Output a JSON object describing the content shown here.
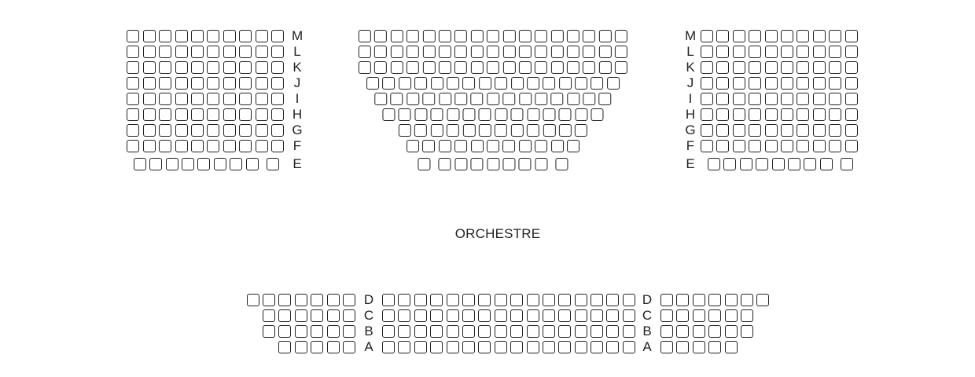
{
  "section_title": "ORCHESTRE",
  "upper": {
    "rows": [
      "M",
      "L",
      "K",
      "J",
      "I",
      "H",
      "G",
      "F",
      "E"
    ],
    "left_counts": [
      10,
      10,
      10,
      10,
      10,
      10,
      10,
      10,
      9
    ],
    "center_counts": [
      17,
      17,
      17,
      16,
      15,
      14,
      12,
      11,
      9
    ],
    "right_counts": [
      10,
      10,
      10,
      10,
      10,
      10,
      10,
      10,
      9
    ]
  },
  "lower": {
    "rows": [
      "D",
      "C",
      "B",
      "A"
    ],
    "left_counts": [
      7,
      6,
      6,
      5
    ],
    "center_counts": [
      16,
      16,
      16,
      16
    ],
    "right_counts": [
      7,
      6,
      6,
      5
    ]
  }
}
